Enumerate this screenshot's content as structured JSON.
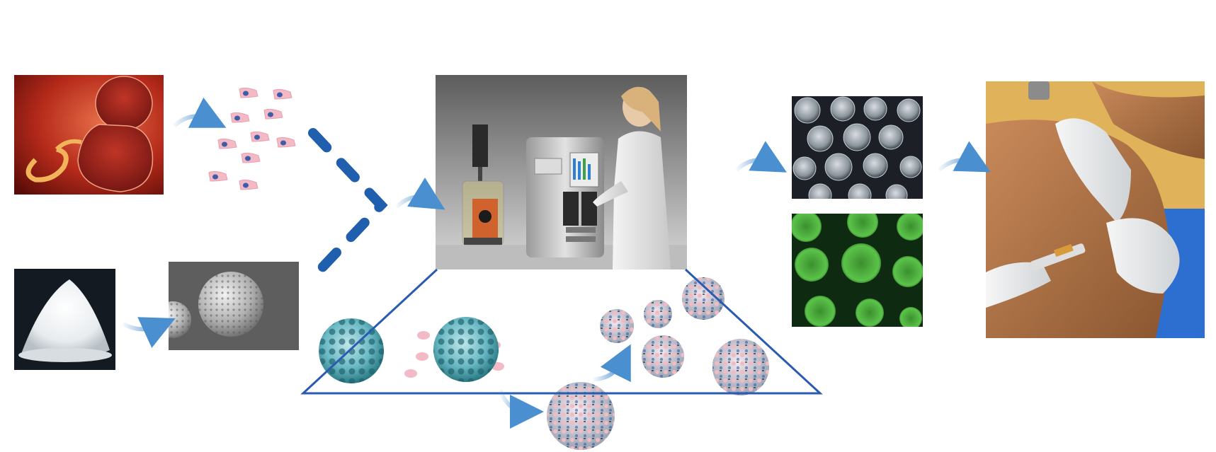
{
  "diagram": {
    "stages": [
      {
        "id": "fetal-source",
        "icon": "fetus-icon"
      },
      {
        "id": "isolated-cells",
        "icon": "cell-icon"
      },
      {
        "id": "polymer-powder",
        "icon": "powder-icon"
      },
      {
        "id": "porous-microcarrier",
        "icon": "microsphere-icon"
      },
      {
        "id": "bioreactor-culture",
        "icon": "bioreactor-icon"
      },
      {
        "id": "cell-seeded-microcarriers",
        "icon": "microcarrier-icon"
      },
      {
        "id": "brightfield-micrograph",
        "icon": "micrograph-icon"
      },
      {
        "id": "fluorescence-micrograph",
        "icon": "fluorescence-icon"
      },
      {
        "id": "clinical-injection",
        "icon": "injection-icon"
      }
    ],
    "colors": {
      "arrow": "#4a90d0",
      "chevron": "#1f5fae",
      "trapezoid": "#2a5bb0",
      "cell_pink": "#f3b9c5",
      "cell_nucleus": "#3a5ea8",
      "microcarrier": "#7fc8d2",
      "fluorescence": "#3ea63a"
    }
  }
}
